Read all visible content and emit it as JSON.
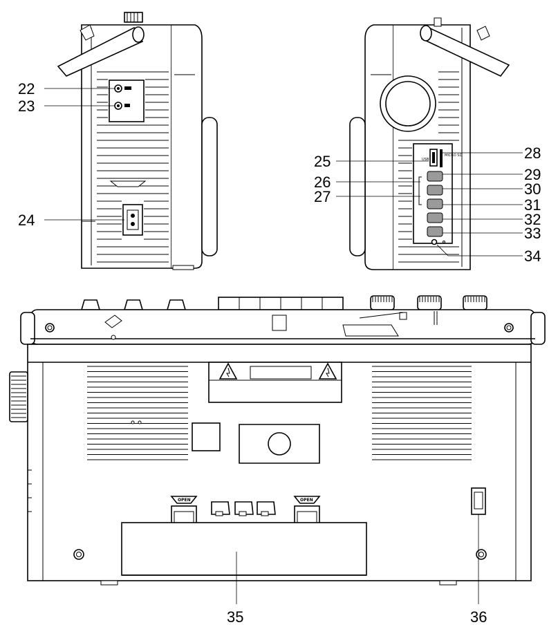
{
  "callouts": {
    "c22": "22",
    "c23": "23",
    "c24": "24",
    "c25": "25",
    "c26": "26",
    "c27": "27",
    "c28": "28",
    "c29": "29",
    "c30": "30",
    "c31": "31",
    "c32": "32",
    "c33": "33",
    "c34": "34",
    "c35": "35",
    "c36": "36"
  },
  "panel_labels": {
    "usb": "USB",
    "micro_sd": "MICRO SD",
    "open_left": "OPEN",
    "open_right": "OPEN"
  },
  "icon_names": {
    "jack_22": "headphone-jack-icon",
    "jack_23": "aux-jack-icon",
    "power_socket": "ac-power-socket-icon",
    "warning_left": "warning-triangle-icon",
    "warning_right": "warning-triangle-icon"
  },
  "colors": {
    "line": "#000000",
    "button_fill": "#9a9a9a",
    "background": "#ffffff"
  }
}
